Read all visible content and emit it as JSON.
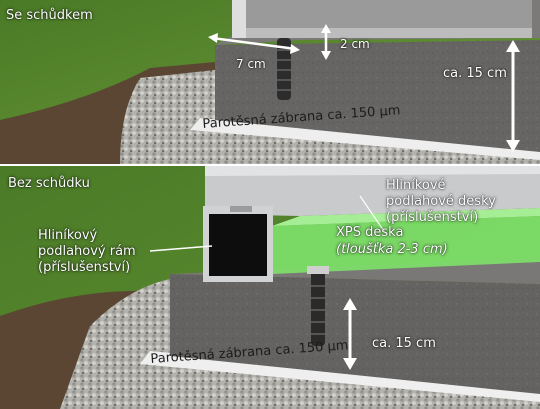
{
  "top": {
    "title": "Se schůdkem",
    "dim_7cm": "7 cm",
    "dim_2cm": "2 cm",
    "dim_15cm": "ca. 15 cm",
    "barrier": "Parotěsná zábrana ca. 150 µm"
  },
  "bottom": {
    "title": "Bez schůdku",
    "frame": [
      "Hliníkový",
      "podlahový rám",
      "(příslušenství)"
    ],
    "boards": [
      "Hliníkové",
      "podlahové desky",
      "(příslušenství)"
    ],
    "xps": [
      "XPS deska",
      "(tloušťka 2-3 cm)"
    ],
    "dim_15cm": "ca. 15 cm",
    "barrier": "Parotěsná zábrana ca. 150 µm"
  },
  "colors": {
    "grass": "#4f7d2a",
    "soil": "#5a4632",
    "gravel": "#b4b2ad",
    "concrete": "#666462",
    "xps": "#7ee06a",
    "aluminium": "#c8cacc"
  }
}
